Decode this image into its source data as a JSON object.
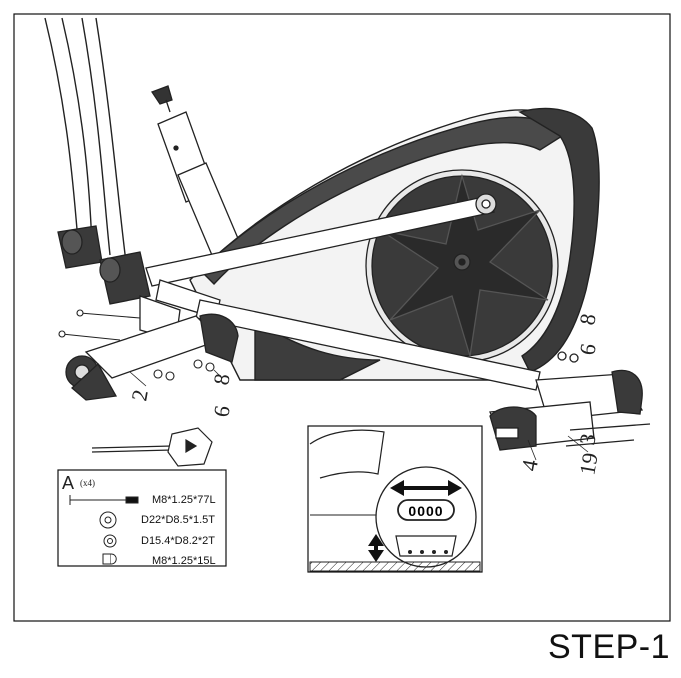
{
  "step_title": "STEP-1",
  "callouts": {
    "c2_left": "2",
    "c8_left": "8",
    "c6_left": "6",
    "c8_right": "8",
    "c6_right": "6",
    "c4": "4",
    "c3": "3",
    "c19": "19"
  },
  "parts_box": {
    "letter": "A",
    "qty": "(x4)",
    "items": [
      {
        "icon": "bolt-long-icon",
        "spec": "M8*1.25*77L"
      },
      {
        "icon": "flat-washer-icon",
        "spec": "D22*D8.5*1.5T"
      },
      {
        "icon": "spring-washer-icon",
        "spec": "D15.4*D8.2*2T"
      },
      {
        "icon": "cap-nut-icon",
        "spec": "M8*1.25*15L"
      }
    ]
  },
  "detail_wheel_label": "0000"
}
